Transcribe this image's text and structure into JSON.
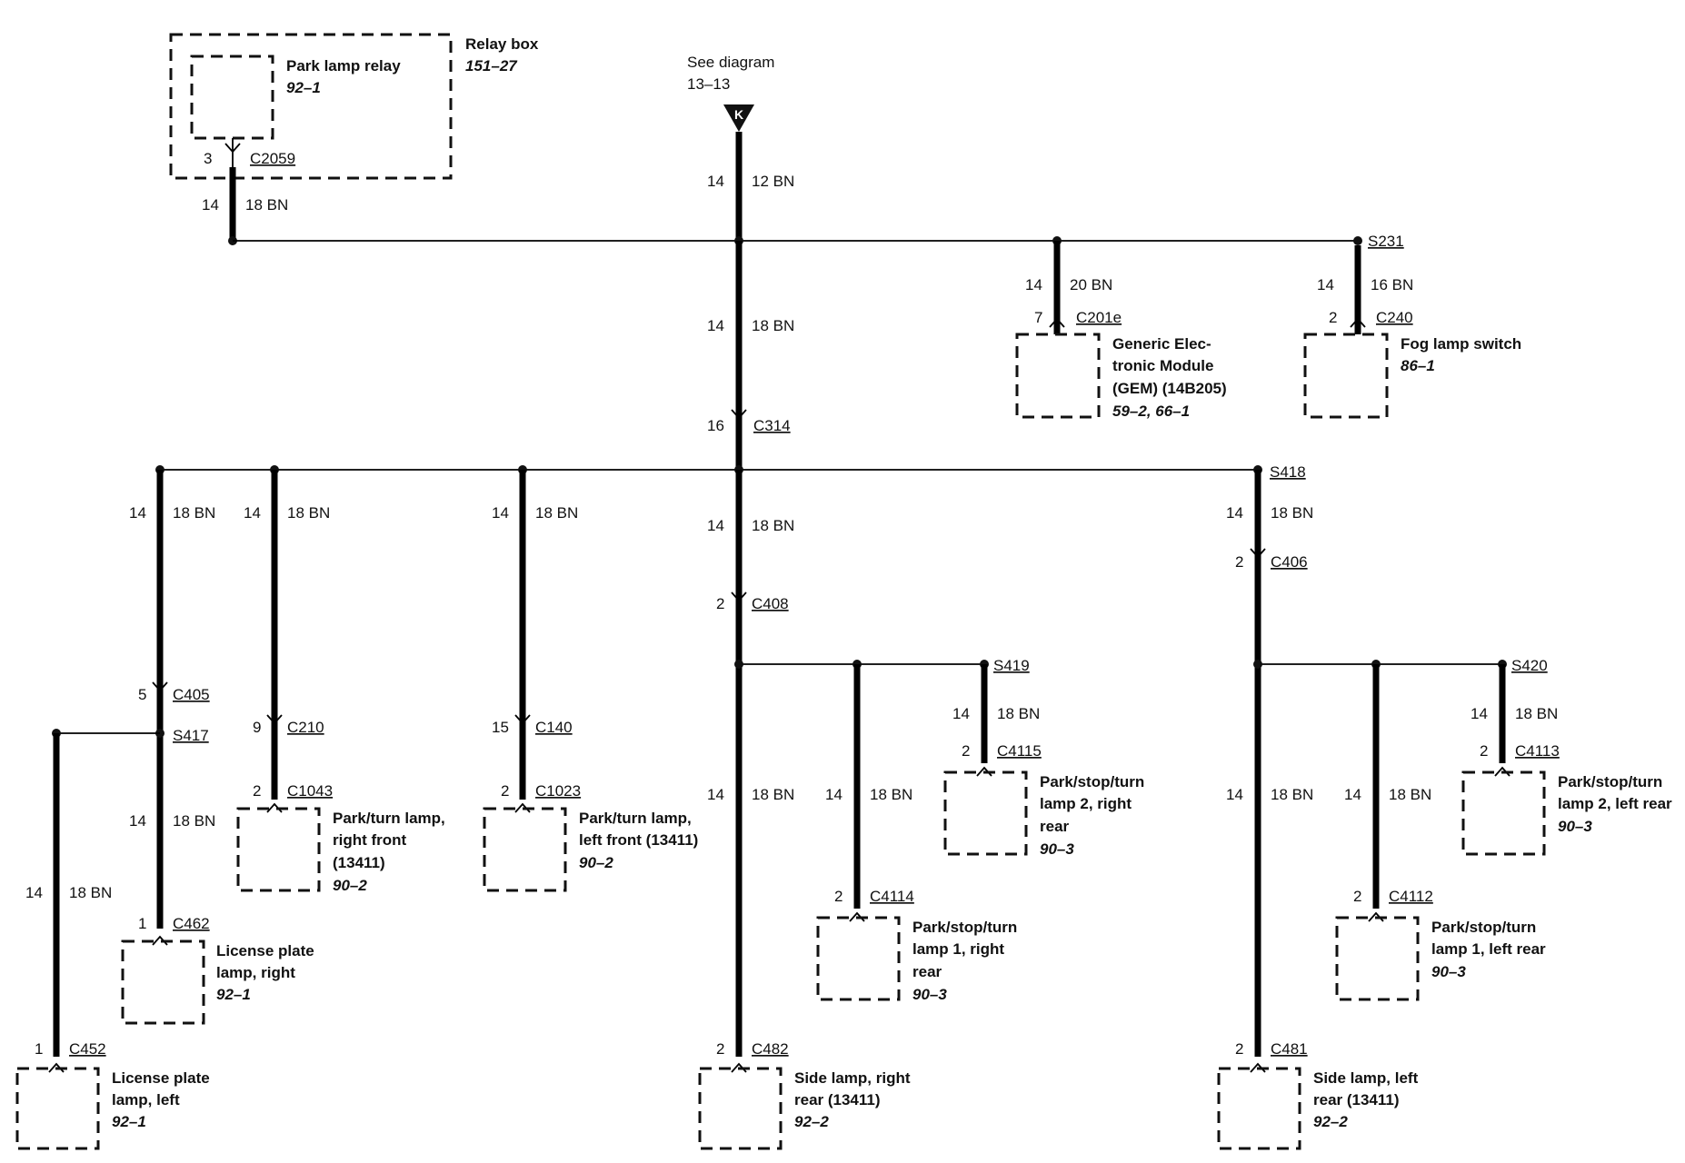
{
  "relay_box": {
    "title": "Relay box",
    "ref": "151–27"
  },
  "park_lamp_relay": {
    "title": "Park lamp relay",
    "ref": "92–1"
  },
  "relay_connector": {
    "pin": "3",
    "name": "C2059"
  },
  "relay_wire": {
    "gauge_num": "14",
    "gauge": "18 BN"
  },
  "see_diagram": {
    "line1": "See diagram",
    "line2": "13–13",
    "marker": "K"
  },
  "top_wire": {
    "gauge_num": "14",
    "gauge": "12 BN"
  },
  "main_wire": {
    "gauge_num": "14",
    "gauge": "18 BN"
  },
  "c314": {
    "pin": "16",
    "name": "C314"
  },
  "gem": {
    "wire_num": "14",
    "wire": "20 BN",
    "pin": "7",
    "connector": "C201e",
    "line1": "Generic Elec-",
    "line2": "tronic Module",
    "line3": "(GEM) (14B205)",
    "ref": "59–2, 66–1"
  },
  "fog": {
    "splice": "S231",
    "wire_num": "14",
    "wire": "16 BN",
    "pin": "2",
    "connector": "C240",
    "title": "Fog lamp switch",
    "ref": "86–1"
  },
  "branch_left": {
    "wire_num": "14",
    "wire": "18 BN",
    "pin": "5",
    "connector": "C405",
    "splice": "S417",
    "sub_wire_num": "14",
    "sub_wire": "18 BN",
    "sub_pin": "1",
    "sub_connector": "C462",
    "sub_line1": "License plate",
    "sub_line2": "lamp, right",
    "sub_ref": "92–1",
    "far_wire_num": "14",
    "far_wire": "18 BN",
    "far_pin": "1",
    "far_connector": "C452",
    "far_line1": "License plate",
    "far_line2": "lamp, left",
    "far_ref": "92–1"
  },
  "branch_rf": {
    "wire_num": "14",
    "wire": "18 BN",
    "pin": "9",
    "connector": "C210",
    "lamp_pin": "2",
    "lamp_connector": "C1043",
    "line1": "Park/turn lamp,",
    "line2": "right front",
    "line3": "(13411)",
    "ref": "90–2"
  },
  "branch_lf": {
    "wire_num": "14",
    "wire": "18 BN",
    "pin": "15",
    "connector": "C140",
    "lamp_pin": "2",
    "lamp_connector": "C1023",
    "line1": "Park/turn lamp,",
    "line2": "left front (13411)",
    "ref": "90–2"
  },
  "branch_right_rear": {
    "wire_num": "14",
    "wire": "18 BN",
    "pin": "2",
    "connector": "C408",
    "side_wire_num": "14",
    "side_wire": "18 BN",
    "side_pin": "2",
    "side_connector": "C482",
    "side_line1": "Side lamp, right",
    "side_line2": "rear (13411)",
    "side_ref": "92–2",
    "l1_wire_num": "14",
    "l1_wire": "18 BN",
    "l1_pin": "2",
    "l1_connector": "C4114",
    "l1_line1": "Park/stop/turn",
    "l1_line2": "lamp 1, right",
    "l1_line3": "rear",
    "l1_ref": "90–3",
    "l2_splice": "S419",
    "l2_wire_num": "14",
    "l2_wire": "18 BN",
    "l2_pin": "2",
    "l2_connector": "C4115",
    "l2_line1": "Park/stop/turn",
    "l2_line2": "lamp 2, right",
    "l2_line3": "rear",
    "l2_ref": "90–3"
  },
  "branch_left_rear": {
    "splice": "S418",
    "wire_num": "14",
    "wire": "18 BN",
    "pin": "2",
    "connector": "C406",
    "side_wire_num": "14",
    "side_wire": "18 BN",
    "side_pin": "2",
    "side_connector": "C481",
    "side_line1": "Side lamp, left",
    "side_line2": "rear (13411)",
    "side_ref": "92–2",
    "l1_wire_num": "14",
    "l1_wire": "18 BN",
    "l1_pin": "2",
    "l1_connector": "C4112",
    "l1_line1": "Park/stop/turn",
    "l1_line2": "lamp 1, left rear",
    "l1_ref": "90–3",
    "l2_splice": "S420",
    "l2_wire_num": "14",
    "l2_wire": "18 BN",
    "l2_pin": "2",
    "l2_connector": "C4113",
    "l2_line1": "Park/stop/turn",
    "l2_line2": "lamp 2, left rear",
    "l2_ref": "90–3"
  }
}
